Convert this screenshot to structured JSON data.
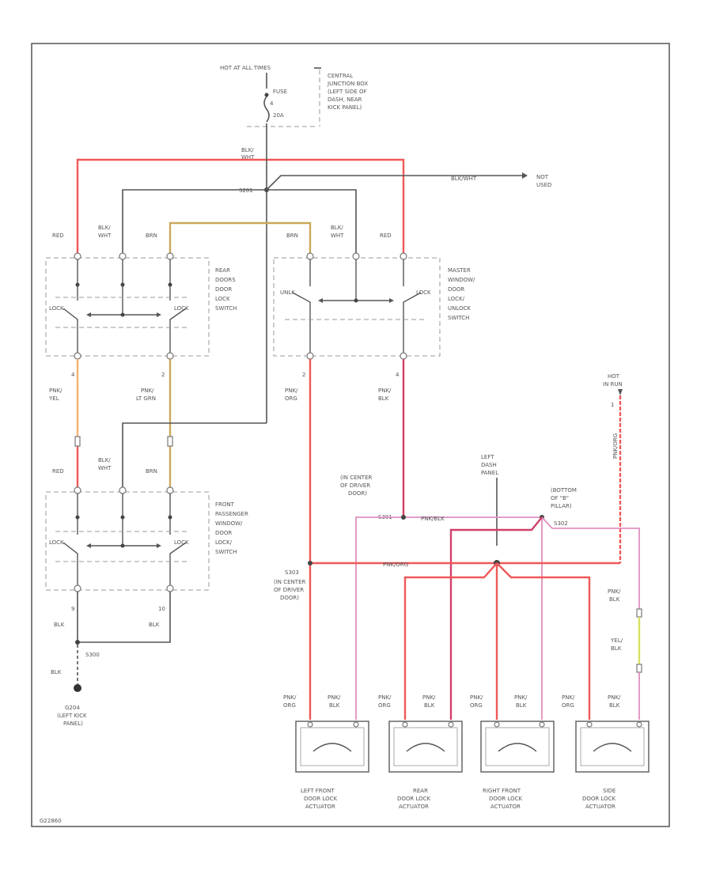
{
  "labels": {
    "hot_at_all_times": "HOT AT ALL TIMES",
    "fuse": "FUSE",
    "fuse_num": "4",
    "fuse_amps": "20A",
    "junction_box": [
      "CENTRAL",
      "JUNCTION BOX",
      "(LEFT SIDE OF",
      "DASH, NEAR",
      "KICK PANEL)"
    ],
    "blk_wht_top": [
      "BLK/",
      "WHT"
    ],
    "splice_s201": "S201",
    "blk_wht_not_used": "BLK/WHT",
    "not_used": [
      "NOT",
      "USED"
    ],
    "rear": {
      "wire_red": "RED",
      "wire_blkwht": [
        "BLK/",
        "WHT"
      ],
      "wire_brn": "BRN",
      "title": [
        "REAR",
        "DOORS",
        "DOOR",
        "LOCK",
        "SWITCH"
      ],
      "lock_l": "LOCK",
      "lock_r": "LOCK",
      "pin_l": "4",
      "pin_r": "2",
      "out_l": [
        "PNK/",
        "YEL"
      ],
      "out_r": [
        "PNK/",
        "LT GRN"
      ]
    },
    "master": {
      "wire_brn": "BRN",
      "wire_blkwht": [
        "BLK/",
        "WHT"
      ],
      "wire_red": "RED",
      "title": [
        "MASTER",
        "WINDOW/",
        "DOOR",
        "LOCK/",
        "UNLOCK",
        "SWITCH"
      ],
      "lock_l": "UNLK",
      "lock_r": "LOCK",
      "pin_l": "2",
      "pin_r": "4",
      "out_l": [
        "PNK/",
        "ORG"
      ],
      "out_r": [
        "PNK/",
        "BLK"
      ]
    },
    "front_pass": {
      "wire_red": "RED",
      "wire_blkwht": [
        "BLK/",
        "WHT"
      ],
      "wire_brn": "BRN",
      "title": [
        "FRONT",
        "PASSENGER",
        "WINDOW/",
        "DOOR",
        "LOCK/",
        "SWITCH"
      ],
      "lock_l": "LOCK",
      "lock_r": "LOCK",
      "pin_l": "9",
      "pin_r": "10",
      "out_l": "BLK",
      "out_r": "BLK"
    },
    "ground": {
      "splice": "S300",
      "wire": "BLK",
      "g_label": [
        "G204",
        "(LEFT KICK",
        "PANEL)"
      ]
    },
    "hot_in_run": [
      "HOT",
      "IN RUN"
    ],
    "hot_in_run_pin": "1",
    "relay_wire": "PNK/ORG",
    "left_dash_panel": [
      "LEFT",
      "DASH",
      "PANEL"
    ],
    "center_driver_door_top": [
      "(IN CENTER",
      "OF DRIVER",
      "DOOR)"
    ],
    "s301": "S301",
    "pnk_blk_bus": "PNK/BLK",
    "bottom_b_pillar": [
      "(BOTTOM",
      "OF \"B\"",
      "PILLAR)",
      "S302"
    ],
    "s300b": "S303",
    "center_driver_door_bottom": [
      "(IN CENTER",
      "OF DRIVER",
      "DOOR)"
    ],
    "pnk_org_bus": "PNK/ORG",
    "right_col": {
      "pnk_blk": [
        "PNK/",
        "BLK"
      ],
      "yel_blk": [
        "YEL/",
        "BLK"
      ]
    },
    "actuators": [
      {
        "w1": [
          "PNK/",
          "ORG"
        ],
        "w2": [
          "PNK/",
          "BLK"
        ],
        "name": [
          "LEFT FRONT",
          "DOOR LOCK",
          "ACTUATOR"
        ]
      },
      {
        "w1": [
          "PNK/",
          "ORG"
        ],
        "w2": [
          "PNK/",
          "BLK"
        ],
        "name": [
          "REAR",
          "DOOR LOCK",
          "ACTUATOR"
        ]
      },
      {
        "w1": [
          "PNK/",
          "ORG"
        ],
        "w2": [
          "PNK/",
          "BLK"
        ],
        "name": [
          "RIGHT FRONT",
          "DOOR LOCK",
          "ACTUATOR"
        ]
      },
      {
        "w1": [
          "PNK/",
          "ORG"
        ],
        "w2": [
          "PNK/",
          "BLK"
        ],
        "name": [
          "SIDE",
          "DOOR LOCK",
          "ACTUATOR"
        ]
      }
    ],
    "corner_id": "G22860"
  }
}
